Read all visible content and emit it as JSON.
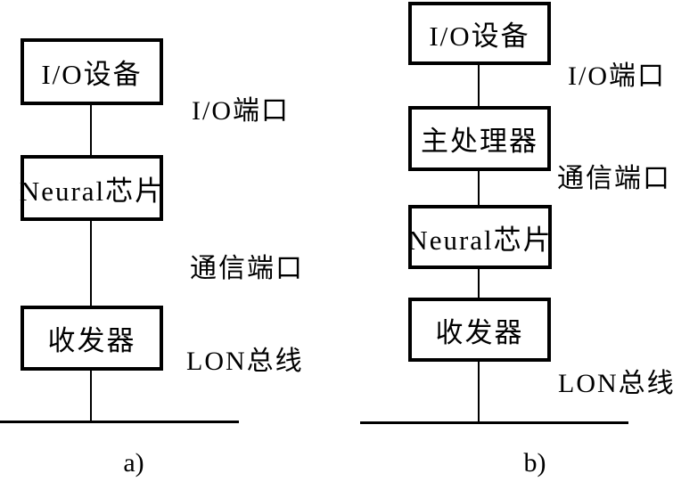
{
  "colors": {
    "line": "#000000",
    "background": "#ffffff"
  },
  "diagrams": {
    "a": {
      "caption": "a)",
      "boxes": {
        "io_device": "I/O设备",
        "neural_chip": "Neural芯片",
        "transceiver": "收发器"
      },
      "labels": {
        "io_port": "I/O端口",
        "comm_port": "通信端口",
        "lon_bus": "LON总线"
      }
    },
    "b": {
      "caption": "b)",
      "boxes": {
        "io_device": "I/O设备",
        "main_processor": "主处理器",
        "neural_chip": "Neural芯片",
        "transceiver": "收发器"
      },
      "labels": {
        "io_port": "I/O端口",
        "comm_port": "通信端口",
        "lon_bus": "LON总线"
      }
    }
  }
}
